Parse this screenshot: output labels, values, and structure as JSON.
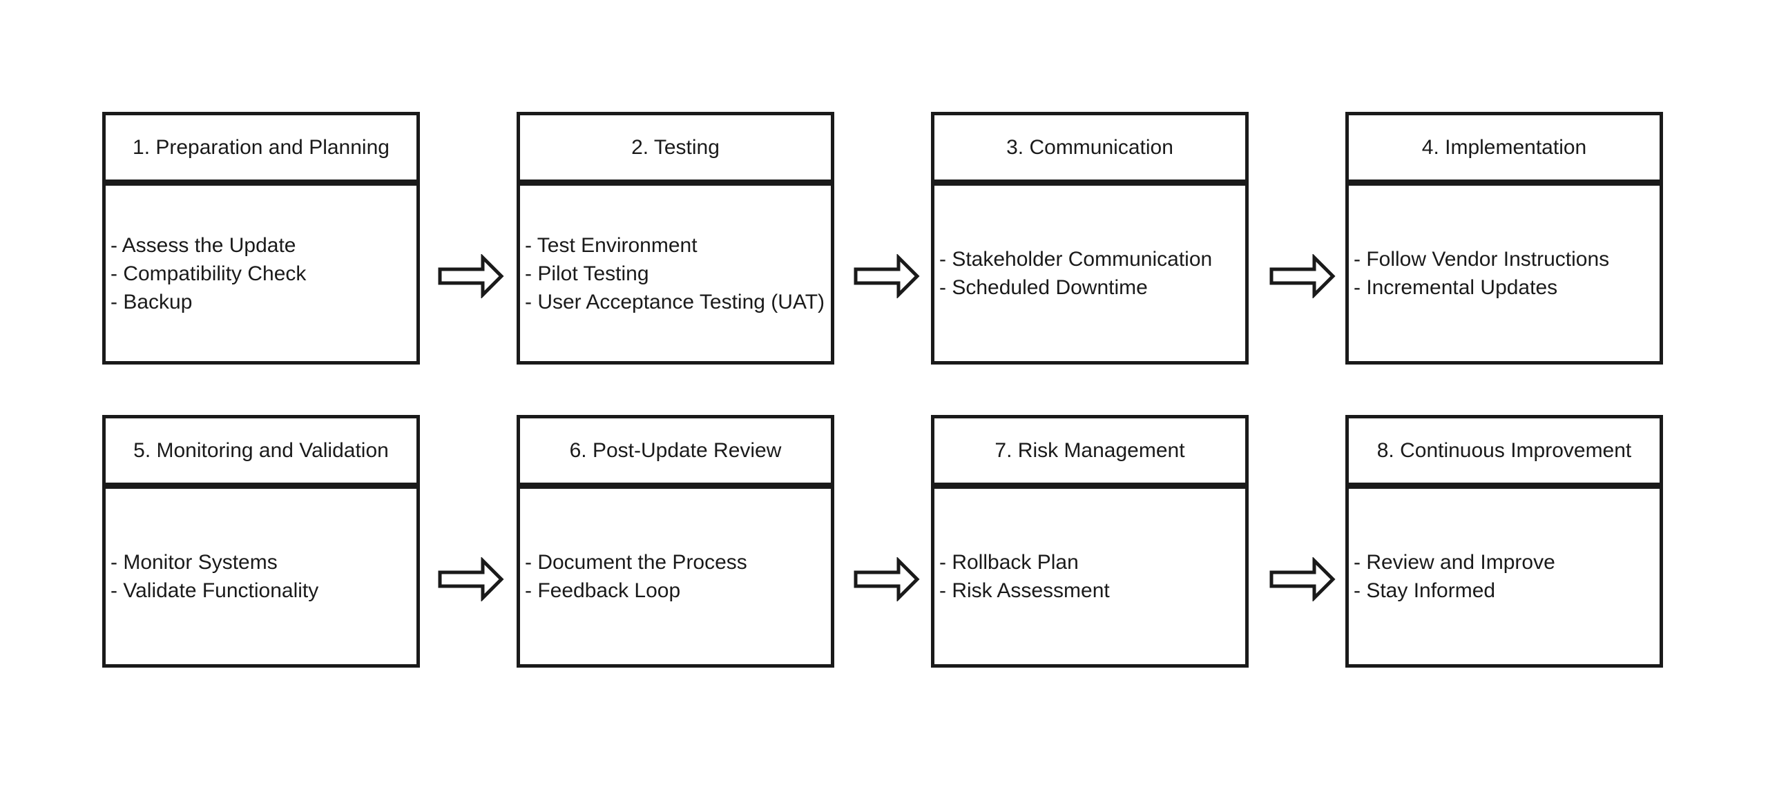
{
  "steps": [
    {
      "title": "1. Preparation and Planning",
      "items": [
        "- Assess the Update",
        "- Compatibility Check",
        "- Backup"
      ]
    },
    {
      "title": "2. Testing",
      "items": [
        "- Test Environment",
        "- Pilot Testing",
        "- User Acceptance Testing (UAT)"
      ]
    },
    {
      "title": "3. Communication",
      "items": [
        "- Stakeholder Communication",
        "- Scheduled Downtime"
      ]
    },
    {
      "title": "4. Implementation",
      "items": [
        "- Follow Vendor Instructions",
        "- Incremental Updates"
      ]
    },
    {
      "title": "5. Monitoring and Validation",
      "items": [
        "- Monitor Systems",
        "- Validate Functionality"
      ]
    },
    {
      "title": "6. Post-Update Review",
      "items": [
        "- Document the Process",
        "- Feedback Loop"
      ]
    },
    {
      "title": "7. Risk Management",
      "items": [
        "- Rollback Plan",
        "- Risk Assessment"
      ]
    },
    {
      "title": "8. Continuous Improvement",
      "items": [
        "- Review and Improve",
        "- Stay Informed"
      ]
    }
  ],
  "colors": {
    "stroke": "#1a1a1a",
    "background": "#ffffff"
  }
}
